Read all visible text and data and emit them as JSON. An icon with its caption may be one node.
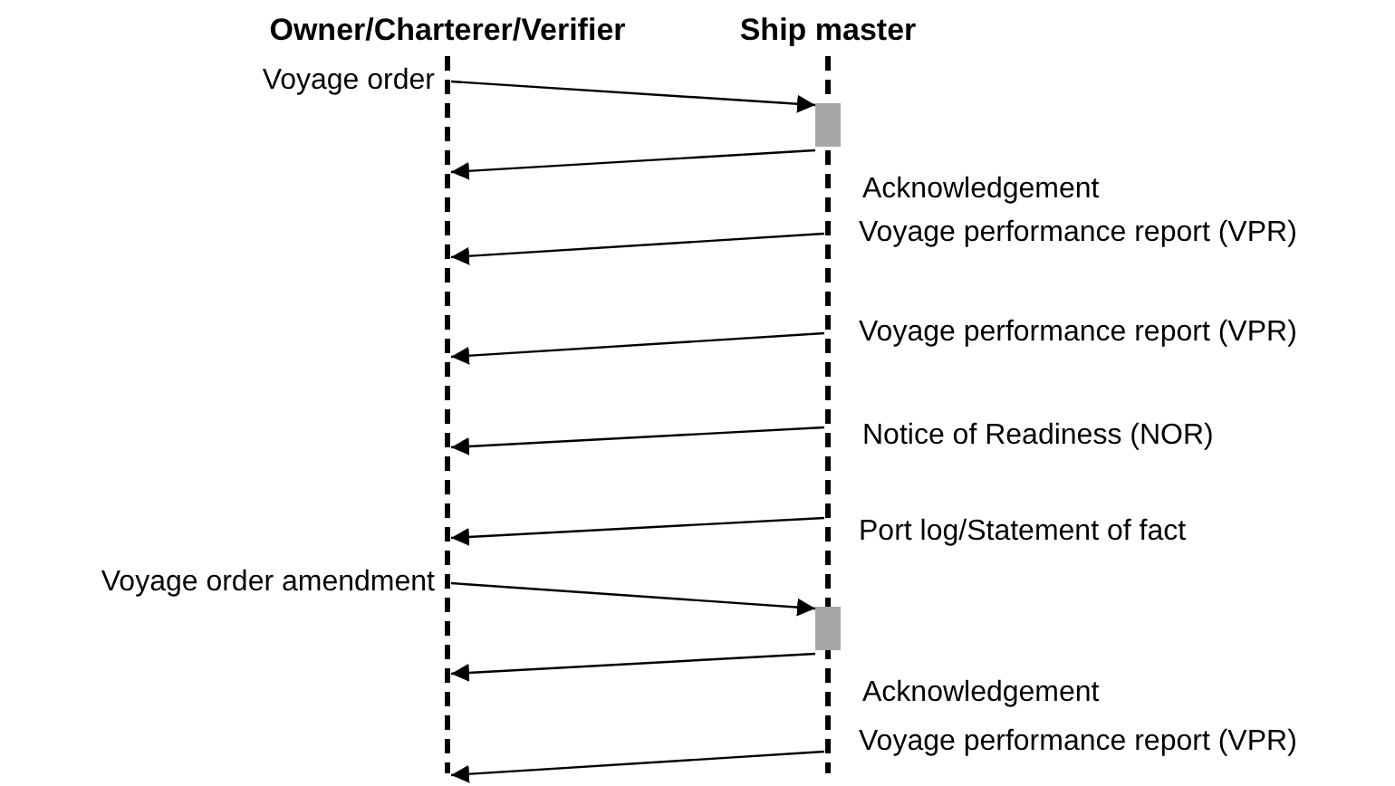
{
  "diagram": {
    "nodes": [
      {
        "text": [
          "Owner/Charterer/Verifier"
        ]
      },
      {
        "text": [
          "Ship master"
        ]
      },
      {
        "text": [],
        "shape": "bar",
        "in": 1
      },
      {
        "text": [],
        "shape": "bar",
        "in": 1
      }
    ],
    "edges": [
      {
        "from": 0,
        "to": 2,
        "arrow": "to",
        "label": "Voyage order"
      },
      {
        "from": 2,
        "to": 0,
        "arrow": "to",
        "label": "Acknowledgement"
      },
      {
        "from": 1,
        "to": 0,
        "arrow": "to",
        "label": "Voyage performance report (VPR)"
      },
      {
        "from": 1,
        "to": 0,
        "arrow": "to",
        "label": "Voyage performance report (VPR)"
      },
      {
        "from": 1,
        "to": 0,
        "arrow": "to",
        "label": "Notice of Readiness (NOR)"
      },
      {
        "from": 1,
        "to": 0,
        "arrow": "to",
        "label": "Port log/Statement of fact"
      },
      {
        "from": 0,
        "to": 3,
        "arrow": "to",
        "label": "Voyage order amendment"
      },
      {
        "from": 3,
        "to": 0,
        "arrow": "to",
        "label": "Acknowledgement"
      },
      {
        "from": 1,
        "to": 0,
        "arrow": "to",
        "label": "Voyage performance report (VPR)"
      }
    ]
  }
}
